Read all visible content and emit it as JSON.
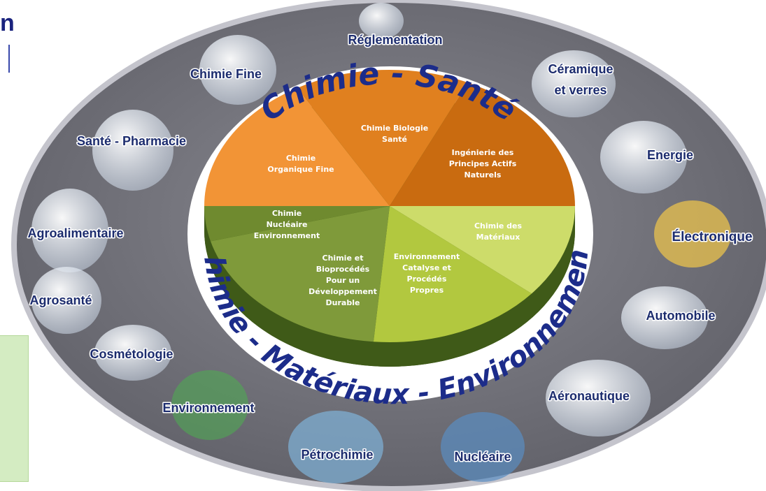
{
  "fragments": {
    "left_letter": "n"
  },
  "colors": {
    "oval_fill": "#76767e",
    "oval_border": "#b8b8c0",
    "white_ring": "#ffffff",
    "pie_orange": "#f29436",
    "pie_orange_dark": "#e0801f",
    "pie_orange_brown": "#c96b10",
    "pie_olive": "#6f8a2f",
    "pie_olive_mid": "#7f9a3a",
    "pie_lime": "#b2c83f",
    "pie_lime_light": "#cddc6a",
    "label": "#1c2c6e"
  },
  "ring_titles": {
    "top": "Chimie - Santé",
    "bottom": "Chimie - Matériaux - Environnement"
  },
  "pie_sectors": [
    {
      "lines": [
        "Chimie",
        "Organique Fine"
      ],
      "color": "pie_orange"
    },
    {
      "lines": [
        "Chimie Biologie",
        "Santé"
      ],
      "color": "pie_orange_dark"
    },
    {
      "lines": [
        "Ingénierie des",
        "Principes Actifs",
        "Naturels"
      ],
      "color": "pie_orange_brown"
    },
    {
      "lines": [
        "Chimie des",
        "Matériaux"
      ],
      "color": "pie_lime_light"
    },
    {
      "lines": [
        "Environnement",
        "Catalyse et",
        "Procédés",
        "Propres"
      ],
      "color": "pie_lime"
    },
    {
      "lines": [
        "Chimie et",
        "Bioprocédés",
        "Pour un",
        "Développement",
        "Durable"
      ],
      "color": "pie_olive_mid"
    },
    {
      "lines": [
        "Chimie",
        "Nucléaire",
        "Environnement"
      ],
      "color": "pie_olive"
    }
  ],
  "sectors": [
    {
      "label": "Réglementation",
      "icon": "document-stack-icon"
    },
    {
      "label": "Chimie Fine",
      "icon": "pipette-icon"
    },
    {
      "label": "Céramique",
      "label2": "et verres",
      "icon": "ceramic-disc-icon"
    },
    {
      "label": "Santé - Pharmacie",
      "icon": "pill-icon"
    },
    {
      "label": "Energie",
      "icon": "wind-turbine-icon"
    },
    {
      "label": "Agroalimentaire",
      "icon": "fruit-icon"
    },
    {
      "label": "Électronique",
      "icon": "circuit-icon"
    },
    {
      "label": "Agrosanté",
      "icon": "berry-icon"
    },
    {
      "label": "Automobile",
      "icon": "car-icon"
    },
    {
      "label": "Cosmétologie",
      "icon": "spa-stones-icon"
    },
    {
      "label": "Aéronautique",
      "icon": "airplane-icon"
    },
    {
      "label": "Environnement",
      "icon": "globe-icon"
    },
    {
      "label": "Pétrochimie",
      "icon": "refinery-icon"
    },
    {
      "label": "Nucléaire",
      "icon": "reactor-pool-icon"
    }
  ]
}
